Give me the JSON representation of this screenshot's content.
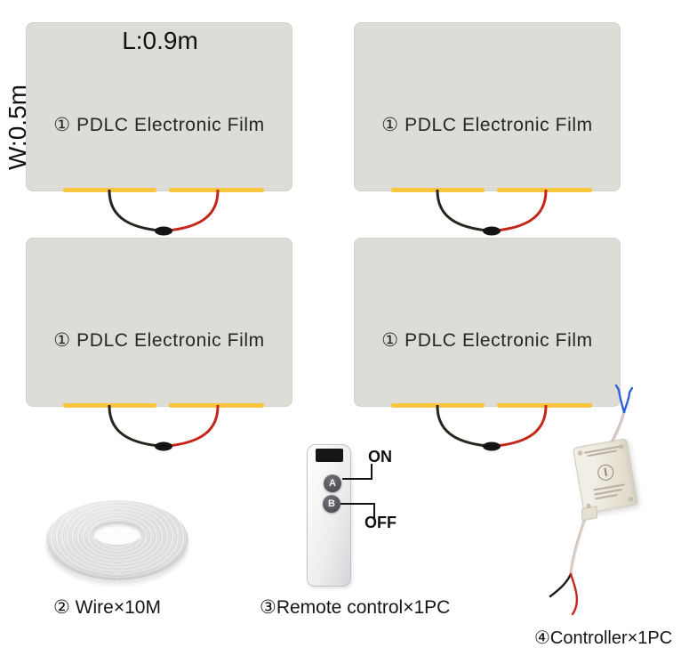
{
  "film_panel": {
    "label": "① PDLC Electronic Film",
    "length_label": "L:0.9m",
    "width_label": "W:0.5m",
    "count": 4
  },
  "wire_coil": {
    "caption": "② Wire×10M"
  },
  "remote_control": {
    "caption": "③Remote control×1PC",
    "button_a_label": "A",
    "button_b_label": "B",
    "on_label": "ON",
    "off_label": "OFF"
  },
  "controller": {
    "caption": "④Controller×1PC"
  },
  "colors": {
    "panel_fill": "#dddcd6",
    "electrode_strip": "#f8c63e",
    "wire_black": "#26261f",
    "wire_red": "#c3271a",
    "remote_button_gray": "#5b5b62",
    "blue_wire_tip": "#2f62d8"
  }
}
